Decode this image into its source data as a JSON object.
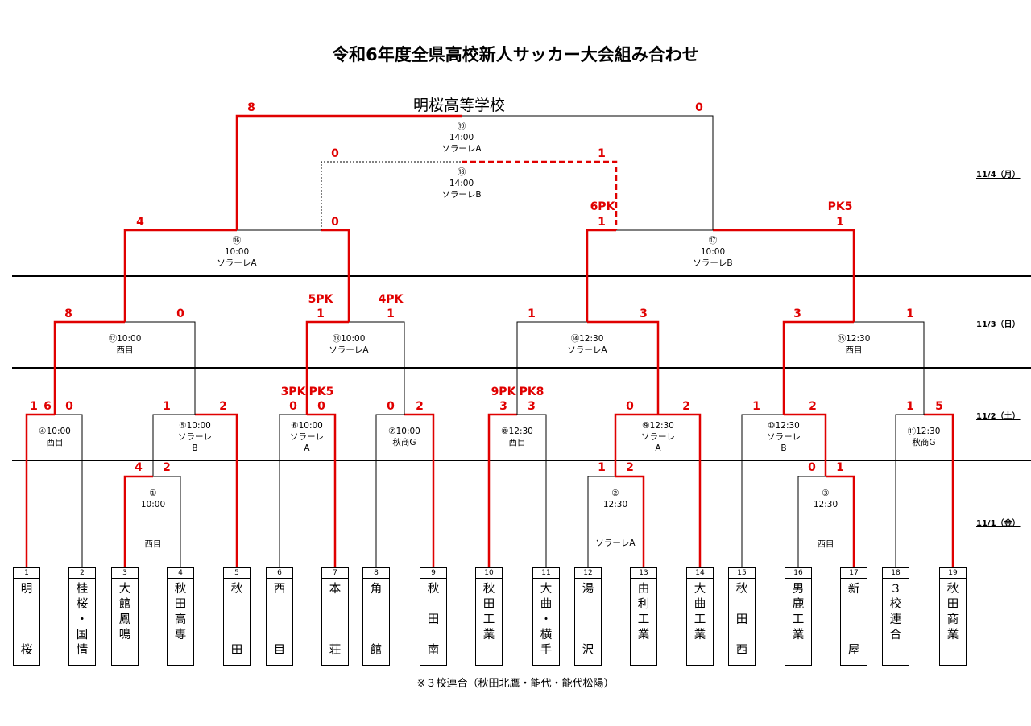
{
  "title": "令和6年度全県高校新人サッカー大会組み合わせ",
  "champion": "明桜高等学校",
  "dates": [
    "11/4（月）",
    "11/3（日）",
    "11/2（土）",
    "11/1（金）"
  ],
  "matches": [
    {
      "num": "①",
      "time": "10:00",
      "venue": "西目"
    },
    {
      "num": "②",
      "time": "12:30",
      "venue": "ソラーレA"
    },
    {
      "num": "③",
      "time": "12:30",
      "venue": "西目"
    },
    {
      "num": "④",
      "time": "10:00",
      "venue": "西目"
    },
    {
      "num": "⑤",
      "time": "10:00",
      "venue": "ソラーレ\nB"
    },
    {
      "num": "⑥",
      "time": "10:00",
      "venue": "ソラーレ\nA"
    },
    {
      "num": "⑦",
      "time": "10:00",
      "venue": "秋商G"
    },
    {
      "num": "⑧",
      "time": "12:30",
      "venue": "西目"
    },
    {
      "num": "⑨",
      "time": "12:30",
      "venue": "ソラーレ\nA"
    },
    {
      "num": "⑩",
      "time": "12:30",
      "venue": "ソラーレ\nB"
    },
    {
      "num": "⑪",
      "time": "12:30",
      "venue": "秋商G"
    },
    {
      "num": "⑫",
      "time": "10:00",
      "venue": "西目"
    },
    {
      "num": "⑬",
      "time": "10:00",
      "venue": "ソラーレA"
    },
    {
      "num": "⑭",
      "time": "12:30",
      "venue": "ソラーレA"
    },
    {
      "num": "⑮",
      "time": "12:30",
      "venue": "西目"
    },
    {
      "num": "⑯",
      "time": "10:00",
      "venue": "ソラーレA"
    },
    {
      "num": "⑰",
      "time": "10:00",
      "venue": "ソラーレB"
    },
    {
      "num": "⑱",
      "time": "14:00",
      "venue": "ソラーレB"
    },
    {
      "num": "⑲",
      "time": "14:00",
      "venue": "ソラーレA"
    }
  ],
  "scores": [
    "8",
    "0",
    "0",
    "1",
    "6PK",
    "1",
    "4",
    "0",
    "PK5",
    "1",
    "8",
    "0",
    "5PK",
    "1",
    "4PK",
    "1",
    "1",
    "3",
    "3",
    "1",
    "1",
    "6",
    "0",
    "1",
    "2",
    "3PK",
    "0",
    "PK5",
    "0",
    "0",
    "2",
    "9PK",
    "3",
    "PK8",
    "3",
    "0",
    "2",
    "1",
    "2",
    "1",
    "5",
    "4",
    "2",
    "1",
    "2",
    "0",
    "1"
  ],
  "teams": [
    {
      "num": "1",
      "name": "明\n\n\n\n桜"
    },
    {
      "num": "2",
      "name": "桂\n桜\n・\n国\n情"
    },
    {
      "num": "3",
      "name": "大\n館\n鳳\n鳴"
    },
    {
      "num": "4",
      "name": "秋\n田\n高\n専"
    },
    {
      "num": "5",
      "name": "秋\n\n\n\n田"
    },
    {
      "num": "6",
      "name": "西\n\n\n\n目"
    },
    {
      "num": "7",
      "name": "本\n\n\n\n荘"
    },
    {
      "num": "8",
      "name": "角\n\n\n\n館"
    },
    {
      "num": "9",
      "name": "秋\n\n田\n\n南"
    },
    {
      "num": "10",
      "name": "秋\n田\n工\n業"
    },
    {
      "num": "11",
      "name": "大\n曲\n・\n横\n手"
    },
    {
      "num": "12",
      "name": "湯\n\n\n\n沢"
    },
    {
      "num": "13",
      "name": "由\n利\n工\n業"
    },
    {
      "num": "14",
      "name": "大\n曲\n工\n業"
    },
    {
      "num": "15",
      "name": "秋\n\n田\n\n西"
    },
    {
      "num": "16",
      "name": "男\n鹿\n工\n業"
    },
    {
      "num": "17",
      "name": "新\n\n\n\n屋"
    },
    {
      "num": "18",
      "name": "３\n校\n連\n合"
    },
    {
      "num": "19",
      "name": "秋\n田\n商\n業"
    }
  ],
  "footnote": "※３校連合（秋田北鷹・能代・能代松陽）",
  "colors": {
    "winner_line": "#e00000",
    "score": "#e00000",
    "line": "#000000"
  }
}
